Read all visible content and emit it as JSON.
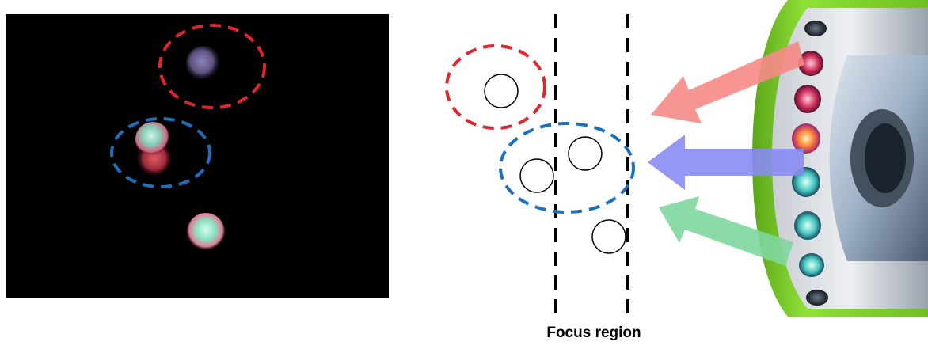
{
  "caption": {
    "focus_region": "Focus region"
  },
  "colors": {
    "background": "#000000",
    "red_circle": "#e0262b",
    "blue_circle": "#1f6fb8",
    "focus_line": "#000000",
    "red_arrow": "#f58a86",
    "blue_arrow": "#8a8cf3",
    "green_arrow": "#7fd69d",
    "ring_green": "#7ccf2a"
  },
  "icons": {
    "left_panel": "microscope-view",
    "right_panel": "led-ring-illuminator"
  }
}
